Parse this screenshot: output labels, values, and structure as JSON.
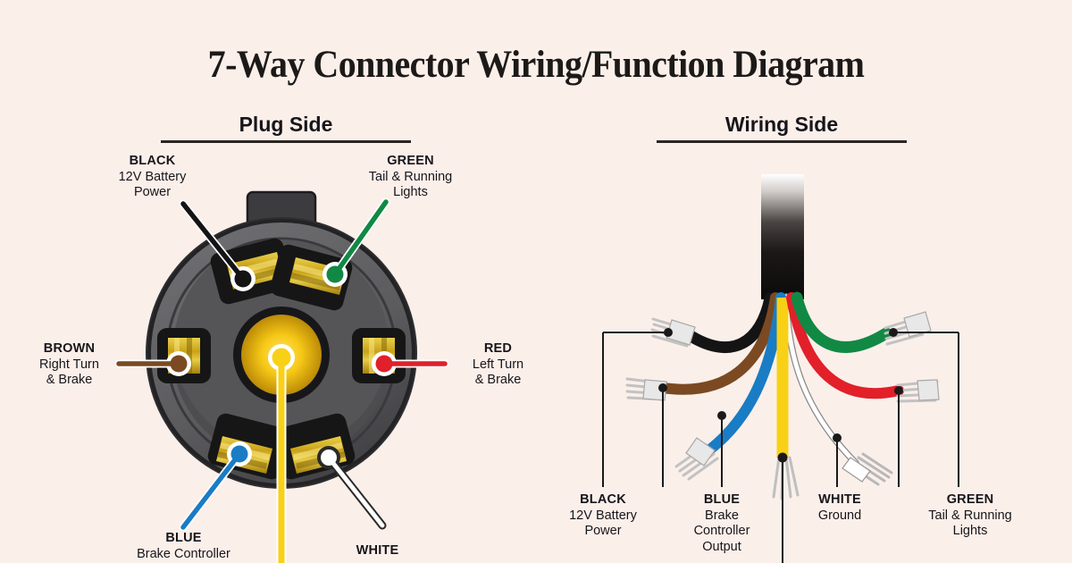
{
  "title": "7-Way Connector Wiring/Function Diagram",
  "background_color": "#FBEFEA",
  "sections": {
    "plug": {
      "heading": "Plug Side"
    },
    "wiring": {
      "heading": "Wiring Side"
    }
  },
  "wire_colors": {
    "black": "#141414",
    "brown": "#7B4A22",
    "blue": "#1A7CC4",
    "white": "#FFFFFF",
    "green": "#118944",
    "red": "#E1202A",
    "yellow": "#F8D117"
  },
  "plug_side": {
    "labels": [
      {
        "id": "black",
        "name": "BLACK",
        "function": "12V Battery\nPower",
        "function_line1": "12V Battery",
        "function_line2": "Power",
        "color": "#141414"
      },
      {
        "id": "green",
        "name": "GREEN",
        "function_line1": "Tail & Running",
        "function_line2": "Lights",
        "color": "#118944"
      },
      {
        "id": "brown",
        "name": "BROWN",
        "function_line1": "Right Turn",
        "function_line2": "& Brake",
        "color": "#7B4A22"
      },
      {
        "id": "red",
        "name": "RED",
        "function_line1": "Left Turn",
        "function_line2": "& Brake",
        "color": "#E1202A"
      },
      {
        "id": "blue",
        "name": "BLUE",
        "function_line1": "Brake Controller",
        "function_line2": "",
        "color": "#1A7CC4"
      },
      {
        "id": "white",
        "name": "WHITE",
        "function_line1": "",
        "function_line2": "",
        "color": "#FFFFFF"
      }
    ],
    "center_pin": {
      "id": "yellow",
      "color": "#F8D117"
    },
    "pin_count": 7
  },
  "wiring_side": {
    "labels": [
      {
        "id": "black",
        "name": "BLACK",
        "function_line1": "12V Battery",
        "function_line2": "Power",
        "function_line3": ""
      },
      {
        "id": "blue",
        "name": "BLUE",
        "function_line1": "Brake",
        "function_line2": "Controller",
        "function_line3": "Output"
      },
      {
        "id": "white",
        "name": "WHITE",
        "function_line1": "Ground",
        "function_line2": "",
        "function_line3": ""
      },
      {
        "id": "green",
        "name": "GREEN",
        "function_line1": "Tail & Running",
        "function_line2": "Lights",
        "function_line3": ""
      }
    ],
    "wire_order": [
      "black",
      "brown",
      "blue",
      "yellow",
      "white",
      "red",
      "green"
    ]
  }
}
